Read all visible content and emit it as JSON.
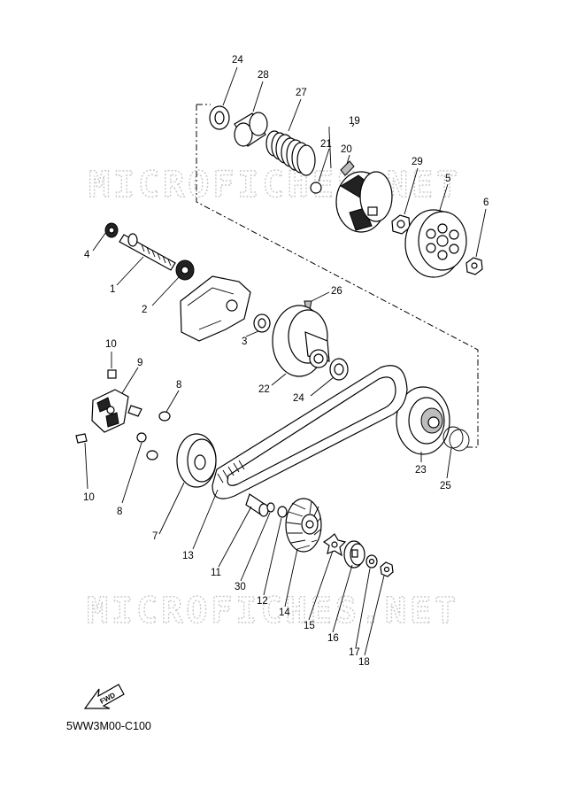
{
  "watermark": "MICROFICHES.NET",
  "diagram_code": "5WW3M00-C100",
  "fwd_label": "FWD",
  "callouts": {
    "c1": "1",
    "c2": "2",
    "c3": "3",
    "c4": "4",
    "c5": "5",
    "c6": "6",
    "c7": "7",
    "c8a": "8",
    "c8b": "8",
    "c9": "9",
    "c10a": "10",
    "c10b": "10",
    "c11": "11",
    "c12": "12",
    "c13": "13",
    "c14": "14",
    "c15": "15",
    "c16": "16",
    "c17": "17",
    "c18": "18",
    "c19": "19",
    "c20": "20",
    "c21": "21",
    "c22": "22",
    "c23": "23",
    "c24a": "24",
    "c24b": "24",
    "c25": "25",
    "c26": "26",
    "c27": "27",
    "c28": "28",
    "c29": "29",
    "c30": "30"
  },
  "colors": {
    "ink": "#000000",
    "watermark": "#c8c8c8",
    "background": "#ffffff"
  }
}
